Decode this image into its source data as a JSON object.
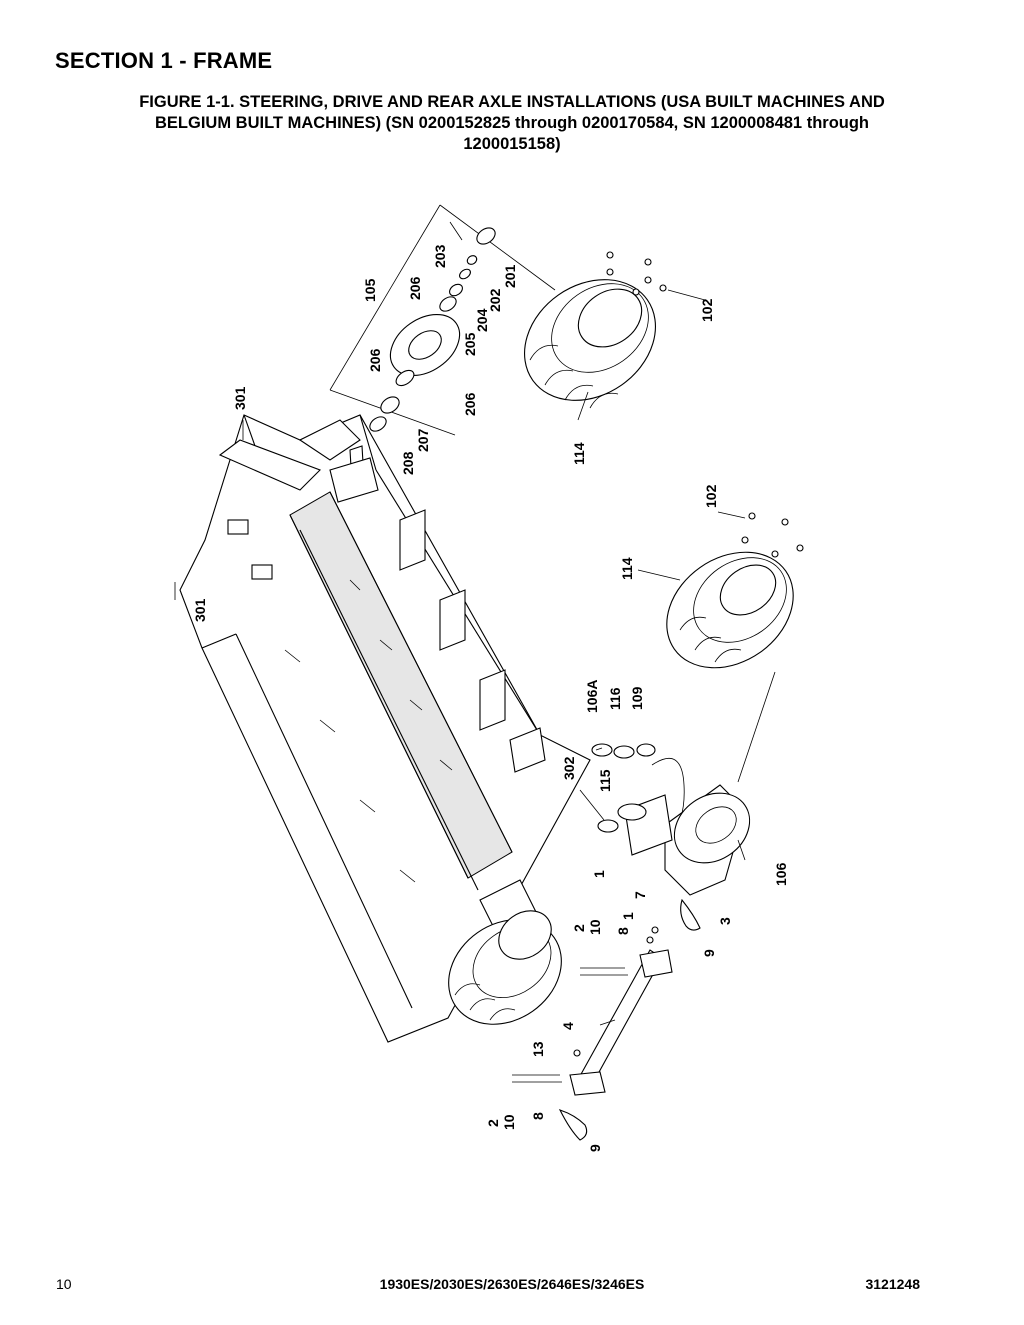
{
  "header": {
    "section_title": "SECTION 1 - FRAME",
    "figure_caption_lines": [
      "FIGURE 1-1. STEERING, DRIVE AND REAR AXLE INSTALLATIONS (USA BUILT MACHINES AND",
      "BELGIUM BUILT MACHINES) (SN 0200152825 through 0200170584, SN 1200008481 through",
      "1200015158)"
    ]
  },
  "callouts": {
    "c105": "105",
    "c203": "203",
    "c206a": "206",
    "c202": "202",
    "c201": "201",
    "c204": "204",
    "c205": "205",
    "c206b": "206",
    "c206c": "206",
    "c102a": "102",
    "c301a": "301",
    "c208": "208",
    "c207": "207",
    "c114a": "114",
    "c102b": "102",
    "c114b": "114",
    "c301b": "301",
    "c106a": "106A",
    "c116": "116",
    "c109": "109",
    "c302": "302",
    "c115": "115",
    "c1a": "1",
    "c106": "106",
    "c7": "7",
    "c2a": "2",
    "c10a": "10",
    "c1b": "1",
    "c8a": "8",
    "c3": "3",
    "c9a": "9",
    "c4": "4",
    "c13": "13",
    "c2b": "2",
    "c10b": "10",
    "c8b": "8",
    "c9b": "9"
  },
  "footer": {
    "page_number": "10",
    "models": "1930ES/2030ES/2630ES/2646ES/3246ES",
    "doc_number": "3121248"
  }
}
